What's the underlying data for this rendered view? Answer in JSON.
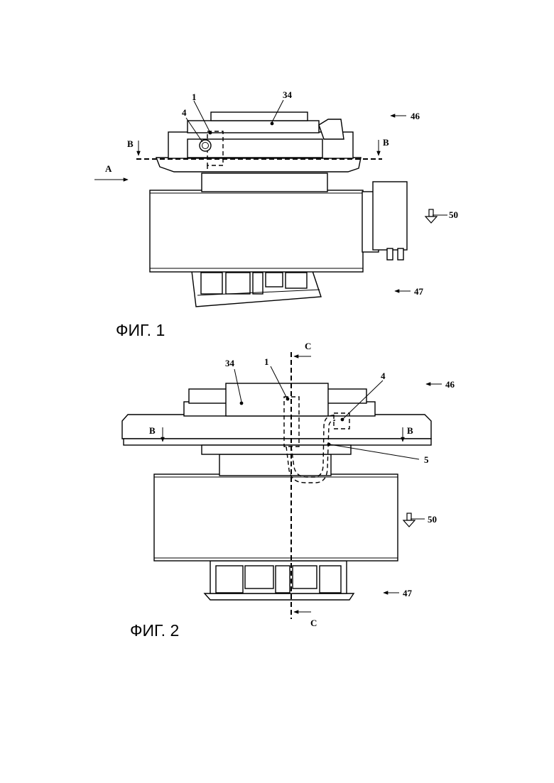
{
  "figures": [
    {
      "caption": "ФИГ. 1",
      "labels": {
        "part_1": "1",
        "part_4": "4",
        "part_34": "34",
        "ref_46": "46",
        "ref_47": "47",
        "ref_50": "50",
        "view_a": "A",
        "section_b_left": "B",
        "section_b_right": "B"
      }
    },
    {
      "caption": "ФИГ. 2",
      "labels": {
        "part_1": "1",
        "part_4": "4",
        "part_5": "5",
        "part_34": "34",
        "ref_46": "46",
        "ref_47": "47",
        "ref_50": "50",
        "section_b_left": "B",
        "section_b_right": "B",
        "section_c_top": "C",
        "section_c_bottom": "C"
      }
    }
  ]
}
